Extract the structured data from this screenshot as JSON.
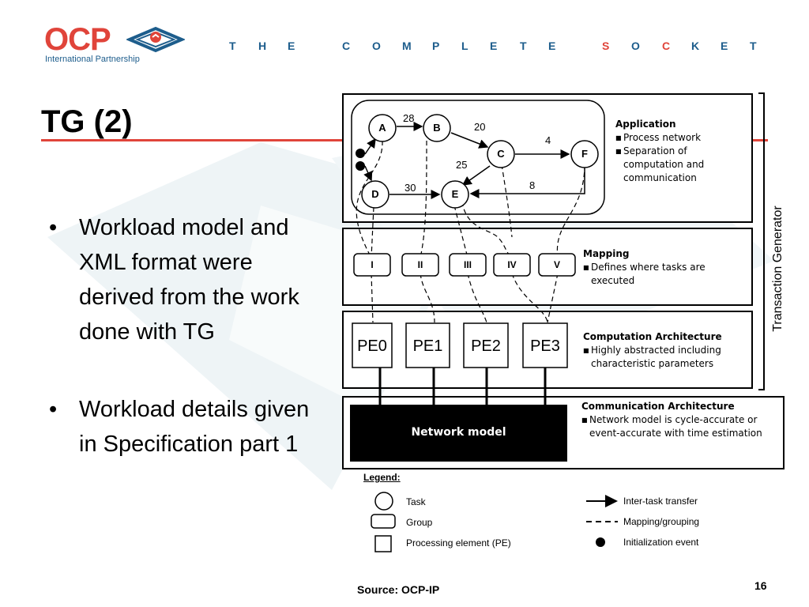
{
  "header": {
    "logo_text": "OCP",
    "logo_subtitle": "International Partnership",
    "tagline_letters": [
      "T",
      "H",
      "E",
      "C",
      "O",
      "M",
      "P",
      "L",
      "E",
      "T",
      "E",
      "S",
      "O",
      "C",
      "K",
      "E",
      "T"
    ],
    "tagline_highlight_word": "SOCKET",
    "colors": {
      "brand_red": "#e0443a",
      "brand_blue": "#1d5d8c"
    }
  },
  "slide": {
    "title": "TG (2)",
    "bullets": [
      "Workload model and XML format were derived from the work done with TG",
      "Workload details given in Specification part 1"
    ],
    "source": "Source: OCP-IP",
    "page_number": "16"
  },
  "diagram": {
    "side_label": "Transaction Generator",
    "tasks": [
      "A",
      "B",
      "C",
      "D",
      "E",
      "F"
    ],
    "edges": [
      {
        "from": "A",
        "to": "B",
        "weight": "28"
      },
      {
        "from": "B",
        "to": "C",
        "weight": "20"
      },
      {
        "from": "C",
        "to": "F",
        "weight": "4"
      },
      {
        "from": "C",
        "to": "E",
        "weight": "25"
      },
      {
        "from": "F",
        "to": "E",
        "weight": "8"
      },
      {
        "from": "D",
        "to": "E",
        "weight": "30"
      }
    ],
    "application": {
      "title": "Application",
      "items": [
        "Process network",
        "Separation of computation and communication"
      ]
    },
    "mapping": {
      "groups": [
        "I",
        "II",
        "III",
        "IV",
        "V"
      ],
      "title": "Mapping",
      "items": [
        "Defines where tasks are executed"
      ]
    },
    "computation": {
      "pes": [
        "PE0",
        "PE1",
        "PE2",
        "PE3"
      ],
      "title": "Computation Architecture",
      "items": [
        "Highly abstracted including characteristic parameters"
      ]
    },
    "communication": {
      "network_label": "Network model",
      "title": "Communication Architecture",
      "items": [
        "Network model is cycle-accurate or event-accurate with time estimation"
      ]
    },
    "legend": {
      "title": "Legend:",
      "task": "Task",
      "group": "Group",
      "pe": "Processing element (PE)",
      "transfer": "Inter-task transfer",
      "mapping": "Mapping/grouping",
      "init": "Initialization event"
    }
  }
}
